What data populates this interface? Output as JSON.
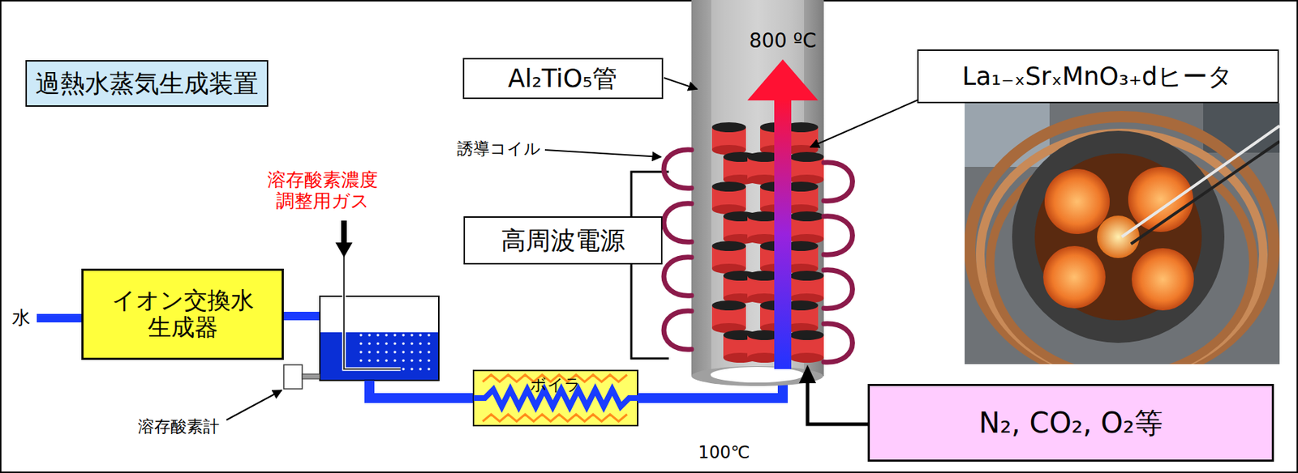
{
  "diagram": {
    "title": "過熱水蒸気生成装置",
    "nodes": [
      {
        "text": [
          "Al₂TiO₅管"
        ]
      },
      {
        "text": [
          "La₁₋ₓSrₓMnO₃₊dヒータ"
        ]
      },
      {
        "text": [
          "高周波電源"
        ]
      },
      {
        "text": [
          "イオン交換水 生成器"
        ]
      },
      {
        "text": [
          "ボイラ"
        ]
      },
      {
        "text": [
          "N₂, CO₂, O₂等"
        ]
      }
    ],
    "labels": [
      "800 ºC",
      "誘導コイル",
      "溶存酸素濃度 調整用ガス",
      "水",
      "溶存酸素計",
      "100℃"
    ]
  }
}
